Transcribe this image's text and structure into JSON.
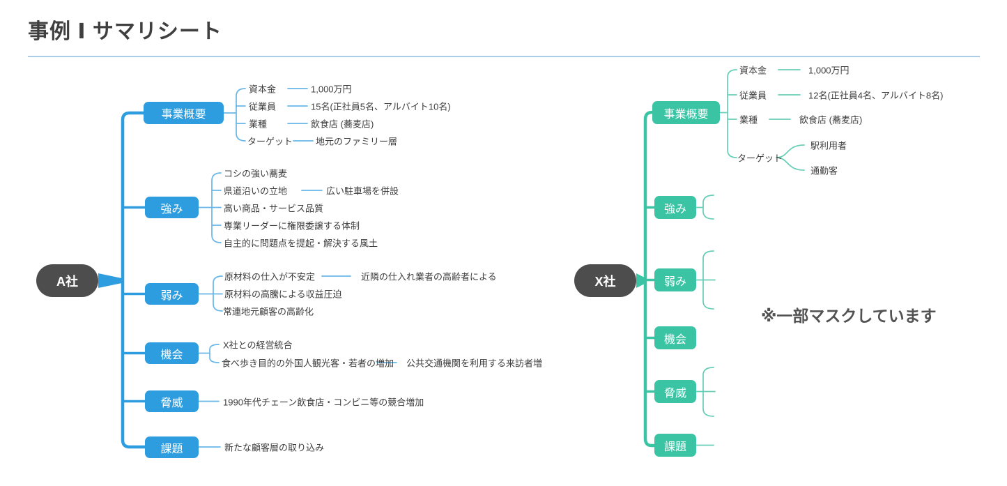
{
  "page": {
    "title": "事例 Ⅰ サマリシート",
    "note": "※一部マスクしています"
  },
  "colors": {
    "blue_node": "#2d9ddf",
    "blue_line": "#68b7e8",
    "teal_node": "#3bc4a4",
    "teal_line": "#67ceb6",
    "root_node": "#4d4d4d",
    "divider": "#a9cce8"
  },
  "left": {
    "root": "A社",
    "branches": [
      {
        "label": "事業概要",
        "children": [
          {
            "label": "資本金",
            "value": "1,000万円"
          },
          {
            "label": "従業員",
            "value": "15名(正社員5名、アルバイト10名)"
          },
          {
            "label": "業種",
            "value": "飲食店 (蕎麦店)"
          },
          {
            "label": "ターゲット",
            "value": "地元のファミリー層"
          }
        ]
      },
      {
        "label": "強み",
        "children": [
          {
            "label": "コシの強い蕎麦"
          },
          {
            "label": "県道沿いの立地",
            "value": "広い駐車場を併設"
          },
          {
            "label": "高い商品・サービス品質"
          },
          {
            "label": "専業リーダーに権限委譲する体制"
          },
          {
            "label": "自主的に問題点を提起・解決する風土"
          }
        ]
      },
      {
        "label": "弱み",
        "children": [
          {
            "label": "原材料の仕入が不安定",
            "value": "近隣の仕入れ業者の高齢者による"
          },
          {
            "label": "原材料の高騰による収益圧迫"
          },
          {
            "label": "常連地元顧客の高齢化"
          }
        ]
      },
      {
        "label": "機会",
        "children": [
          {
            "label": "X社との経営統合"
          },
          {
            "label": "食べ歩き目的の外国人観光客・若者の増加",
            "value": "公共交通機関を利用する来訪者増"
          }
        ]
      },
      {
        "label": "脅威",
        "children": [
          {
            "label": "1990年代チェーン飲食店・コンビニ等の競合増加"
          }
        ]
      },
      {
        "label": "課題",
        "children": [
          {
            "label": "新たな顧客層の取り込み"
          }
        ]
      }
    ]
  },
  "right": {
    "root": "X社",
    "branches": [
      {
        "label": "事業概要",
        "children": [
          {
            "label": "資本金",
            "value": "1,000万円"
          },
          {
            "label": "従業員",
            "value": "12名(正社員4名、アルバイト8名)"
          },
          {
            "label": "業種",
            "value": "飲食店 (蕎麦店)"
          },
          {
            "label": "ターゲット",
            "values": [
              "駅利用者",
              "通勤客"
            ]
          }
        ]
      },
      {
        "label": "強み"
      },
      {
        "label": "弱み"
      },
      {
        "label": "機会"
      },
      {
        "label": "脅威"
      },
      {
        "label": "課題"
      }
    ]
  }
}
